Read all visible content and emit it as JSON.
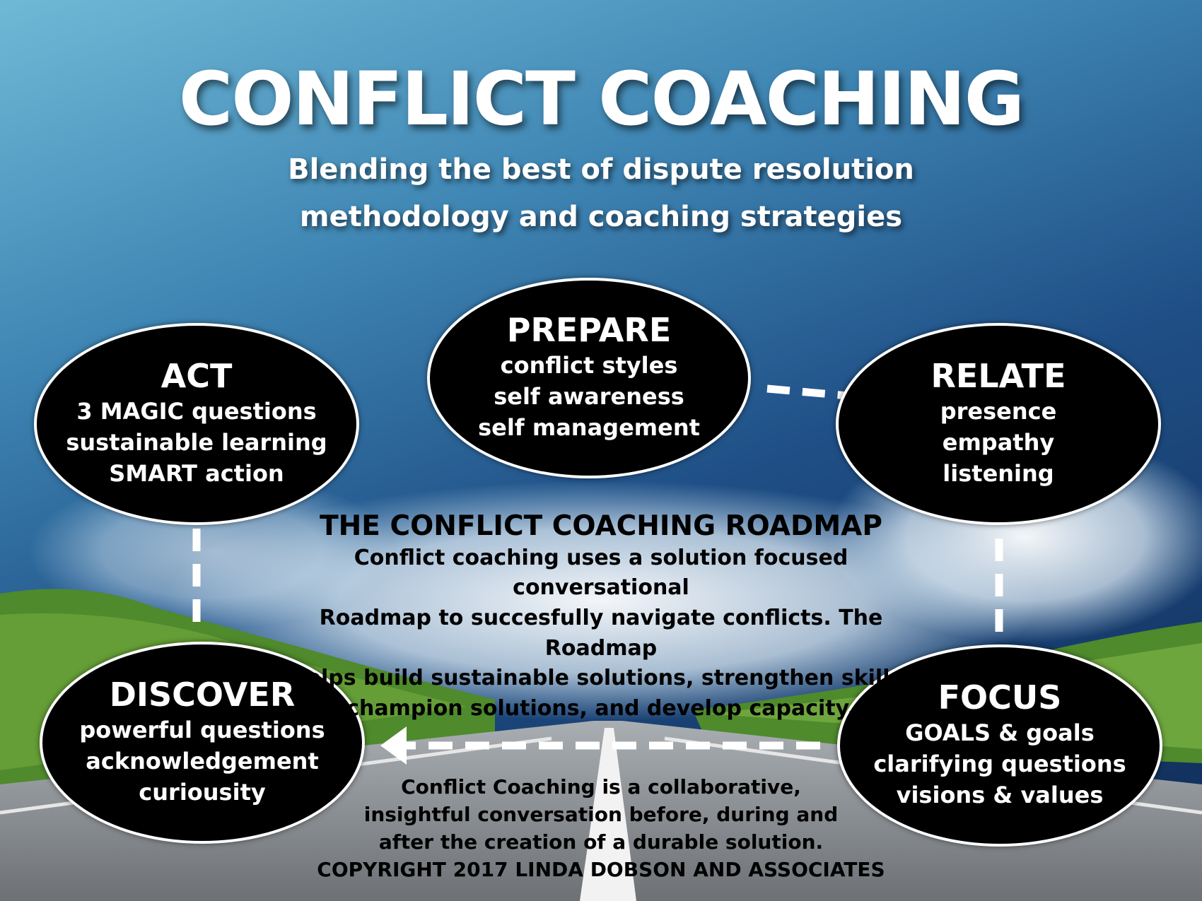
{
  "title": "CONFLICT COACHING",
  "subtitle": {
    "line1": "Blending the best of dispute resolution",
    "line2": "methodology and coaching strategies"
  },
  "nodes": {
    "prepare": {
      "name": "PREPARE",
      "items": [
        "conflict styles",
        "self awareness",
        "self management"
      ]
    },
    "relate": {
      "name": "RELATE",
      "items": [
        "presence",
        "empathy",
        "listening"
      ]
    },
    "focus": {
      "name": "FOCUS",
      "items": [
        "GOALS & goals",
        "clarifying questions",
        "visions & values"
      ]
    },
    "discover": {
      "name": "DISCOVER",
      "items": [
        "powerful questions",
        "acknowledgement",
        "curiousity"
      ]
    },
    "act": {
      "name": "ACT",
      "items": [
        "3 MAGIC questions",
        "sustainable learning",
        "SMART action"
      ]
    }
  },
  "roadmap": {
    "title": "THE CONFLICT COACHING ROADMAP",
    "lines": [
      "Conflict coaching uses a solution focused conversational",
      "Roadmap to succesfully navigate conflicts. The Roadmap",
      "helps build sustainable solutions, strengthen skills,",
      "champion solutions, and develop capacity."
    ]
  },
  "footer": {
    "lines": [
      "Conflict Coaching is a collaborative,",
      "insightful conversation before, during and",
      "after the creation of a durable solution."
    ],
    "copyright": "COPYRIGHT 2017  LINDA DOBSON AND ASSOCIATES"
  },
  "colors": {
    "sky_light": "#6fb9d6",
    "sky_dark": "#0f2a55",
    "node_fill": "#000000",
    "node_border": "#ffffff",
    "arrow": "#ffffff"
  }
}
